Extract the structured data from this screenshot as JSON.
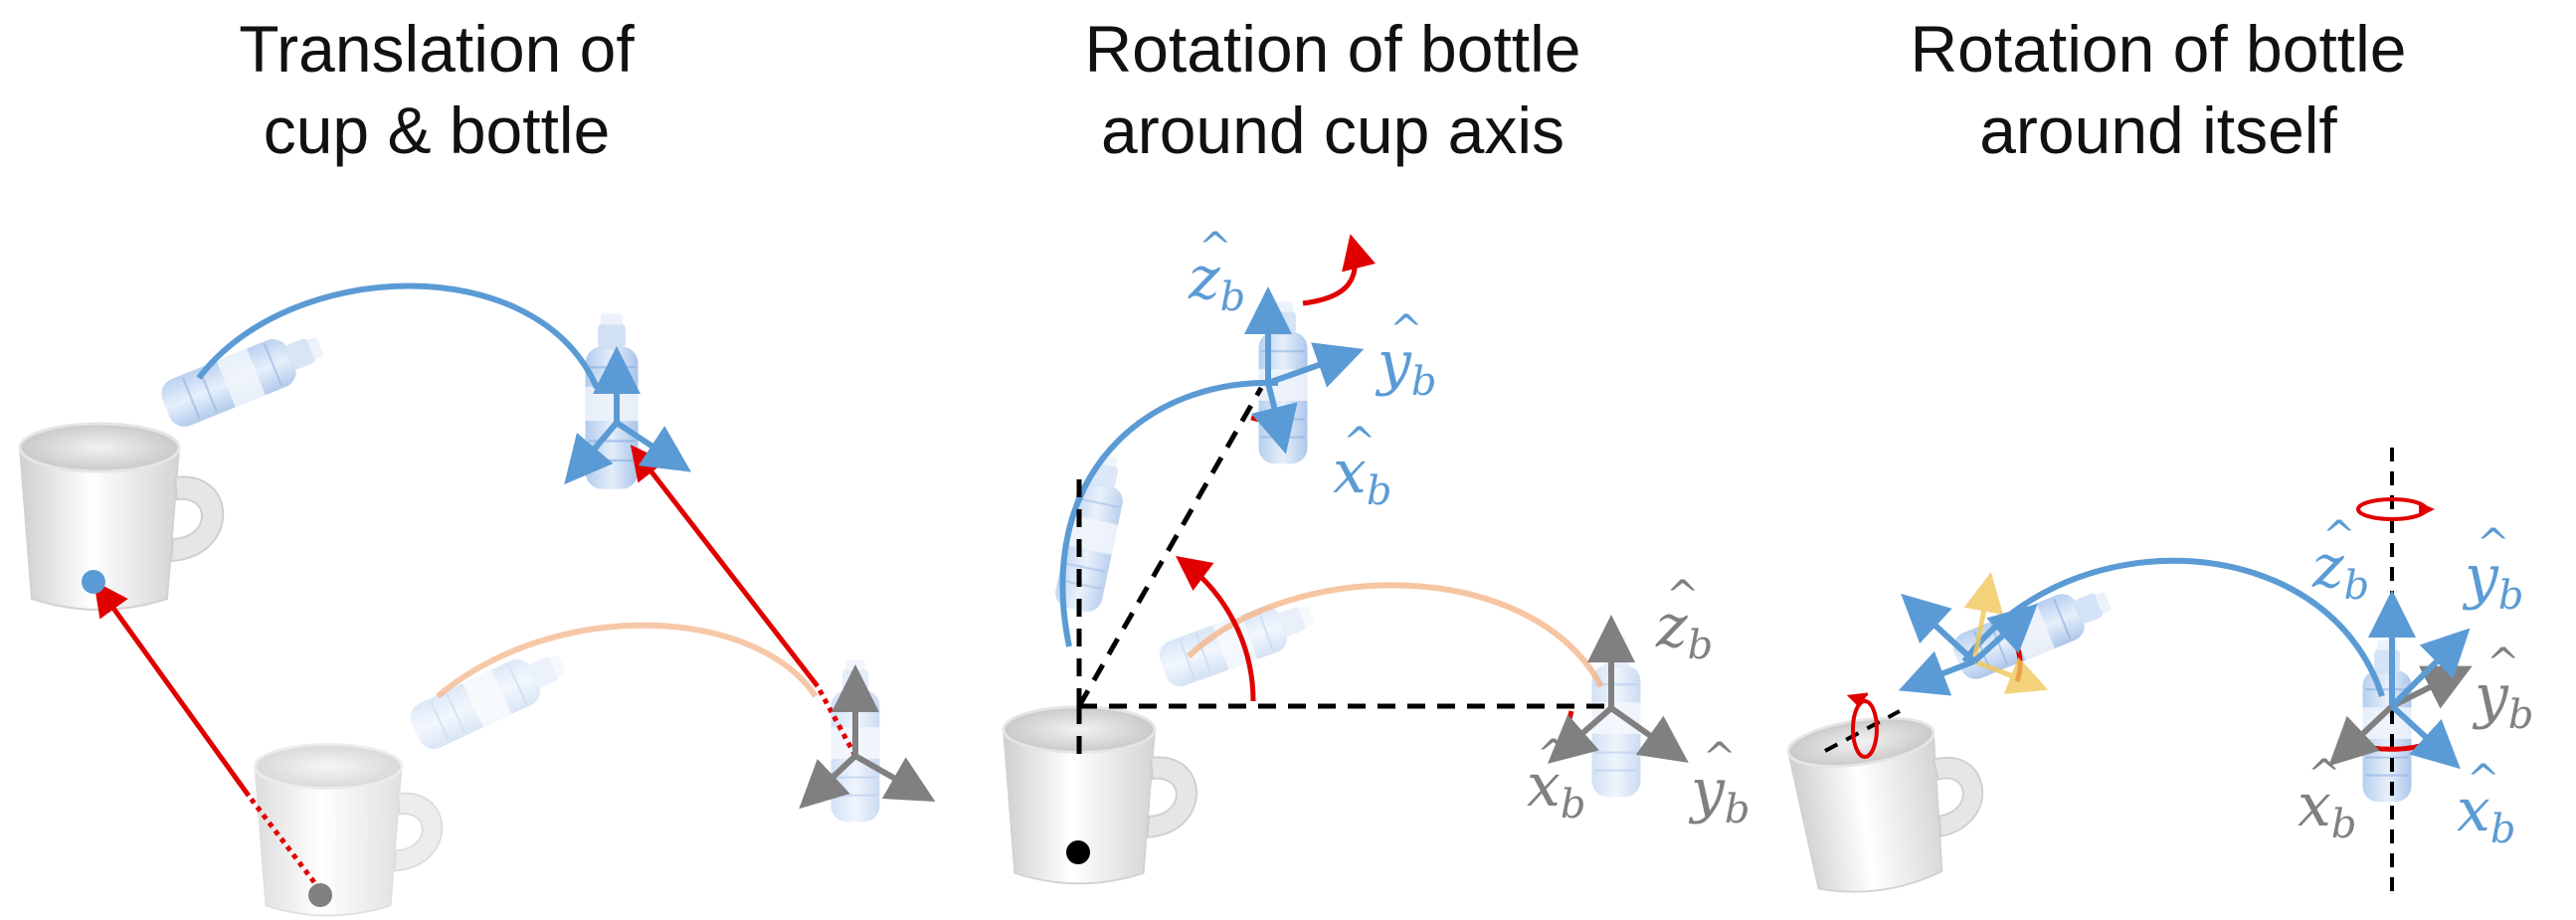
{
  "panels": [
    {
      "title_line1": "Translation of",
      "title_line2": "cup & bottle"
    },
    {
      "title_line1": "Rotation of bottle",
      "title_line2": "around cup axis"
    },
    {
      "title_line1": "Rotation of bottle",
      "title_line2": "around itself"
    }
  ],
  "axis_labels": {
    "z": "z",
    "y": "y",
    "x": "x",
    "sub": "b",
    "hat": "^"
  },
  "colors": {
    "blue": "#5b9bd5",
    "gray": "#808080",
    "red": "#e00000",
    "orange": "#f4b183",
    "yellow": "#f2c75c"
  }
}
